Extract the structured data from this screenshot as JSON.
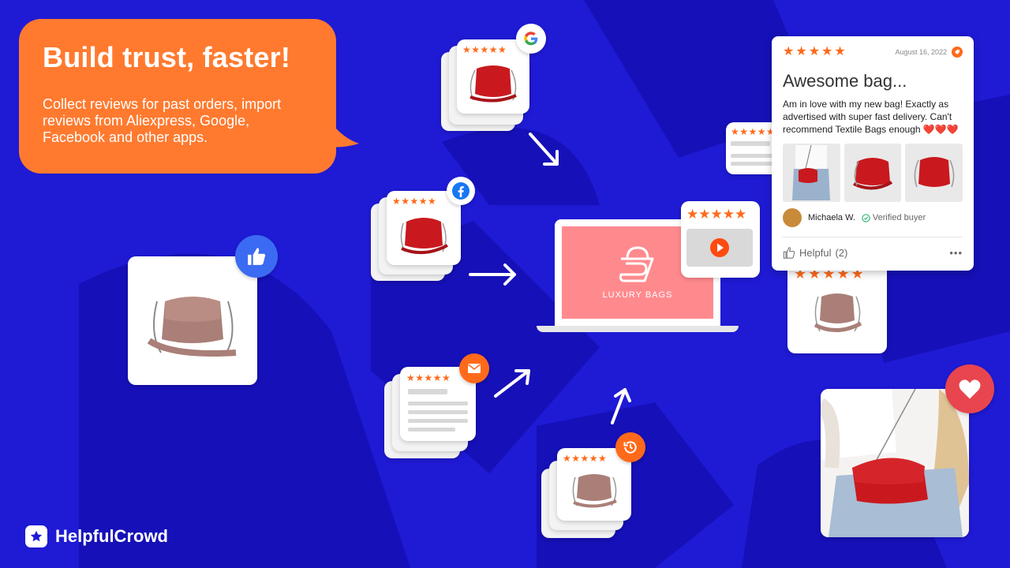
{
  "headline": {
    "title": "Build trust, faster!",
    "body": "Collect reviews for past orders, import reviews from Aliexpress, Google, Facebook and other apps."
  },
  "colors": {
    "background": "#1f1ad4",
    "accent": "#ff7a2f",
    "stars": "#ff6a1a",
    "laptop_screen": "#ff8a8e"
  },
  "icons": [
    "google-icon",
    "facebook-icon",
    "email-icon",
    "history-icon",
    "thumbs-up-icon",
    "heart-icon",
    "play-icon"
  ],
  "sources": {
    "google_stars": "★★★★★",
    "facebook_stars": "★★★★★",
    "email_stars": "★★★★★",
    "history_stars": "★★★★★"
  },
  "laptop": {
    "brand": "LUXURY BAGS",
    "video_stars": "★★★★★"
  },
  "review": {
    "stars": "★★★★★",
    "date": "August 16, 2022",
    "title": "Awesome bag...",
    "body": "Am in love with my new bag! Exactly as advertised with super fast delivery. Can't recommend Textile Bags enough ❤️❤️❤️",
    "reviewer": "Michaela W.",
    "verified": "Verified buyer",
    "helpful": "Helpful",
    "helpful_count": "(2)",
    "more": "•••"
  },
  "side_cards": {
    "stars_small": "★★★★★",
    "stars_large": "★★★★★"
  },
  "brand": {
    "name": "HelpfulCrowd"
  }
}
